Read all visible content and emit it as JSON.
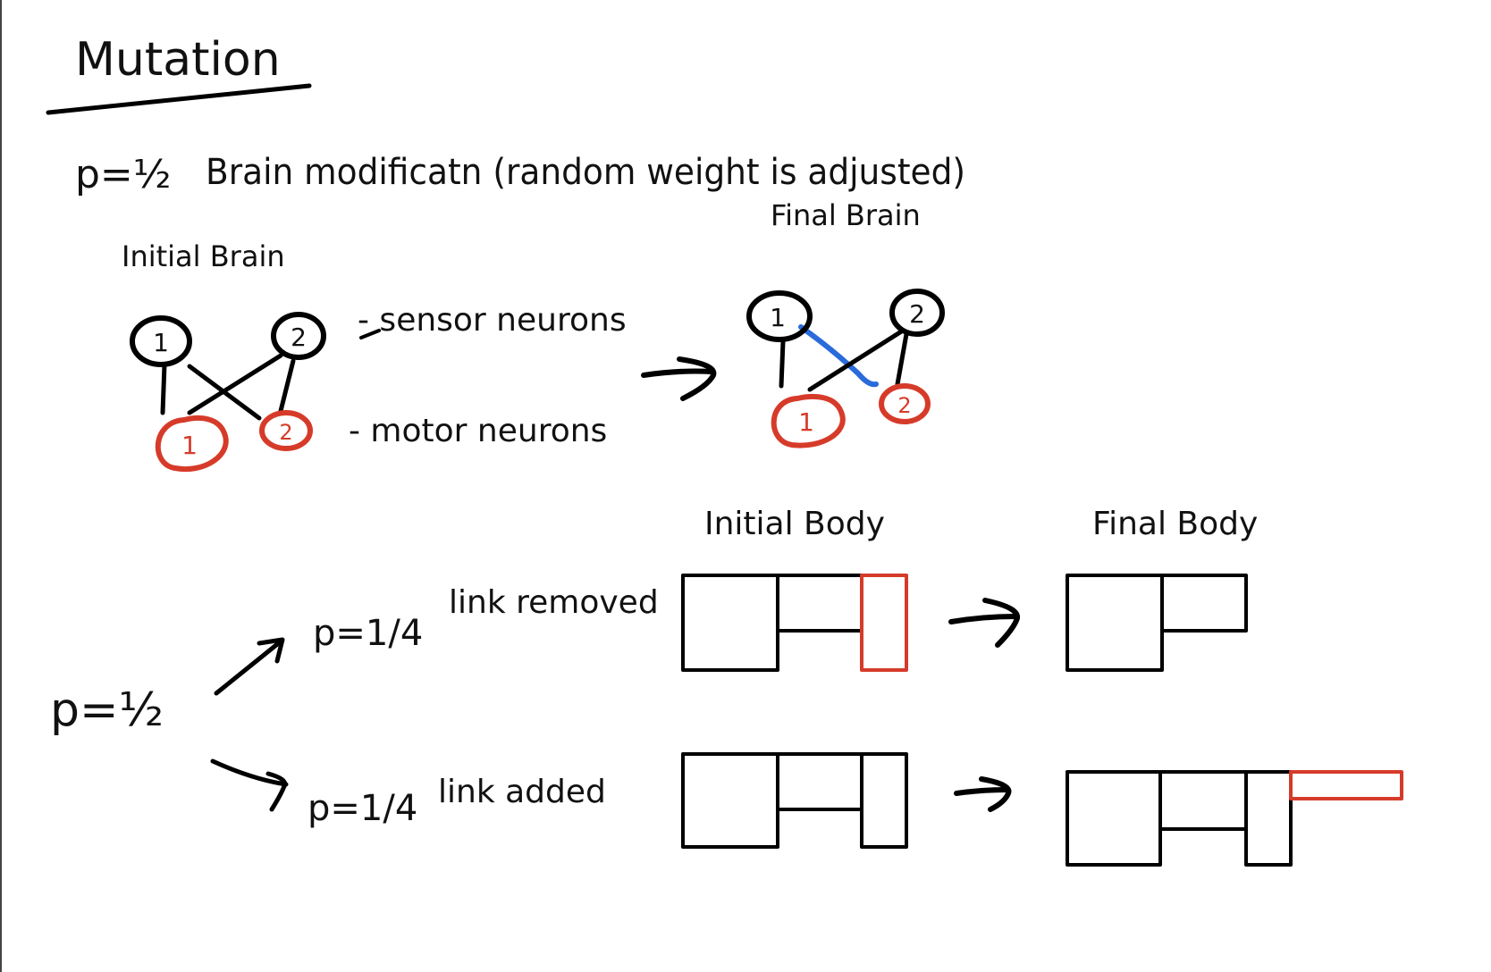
{
  "title": "Mutation",
  "brain_line": {
    "probability": "p=½",
    "label": "Brain modificatn (random weight is adjusted)"
  },
  "initial_brain": {
    "label": "Initial Brain",
    "sensor_neurons": [
      "1",
      "2"
    ],
    "motor_neurons": [
      "1",
      "2"
    ],
    "legend_sensor": "- sensor neurons",
    "legend_motor": "- motor neurons"
  },
  "final_brain": {
    "label": "Final Brain",
    "sensor_neurons": [
      "1",
      "2"
    ],
    "motor_neurons": [
      "1",
      "2"
    ]
  },
  "body_section": {
    "probability": "p=½",
    "initial_label": "Initial Body",
    "final_label": "Final Body",
    "branches": [
      {
        "probability": "p=1/4",
        "label": "link removed"
      },
      {
        "probability": "p=1/4",
        "label": "link added"
      }
    ]
  },
  "colors": {
    "ink": "#000000",
    "motor": "#d63b2a",
    "mutated_synapse": "#2a6bdb",
    "highlight_link": "#d63b2a"
  }
}
